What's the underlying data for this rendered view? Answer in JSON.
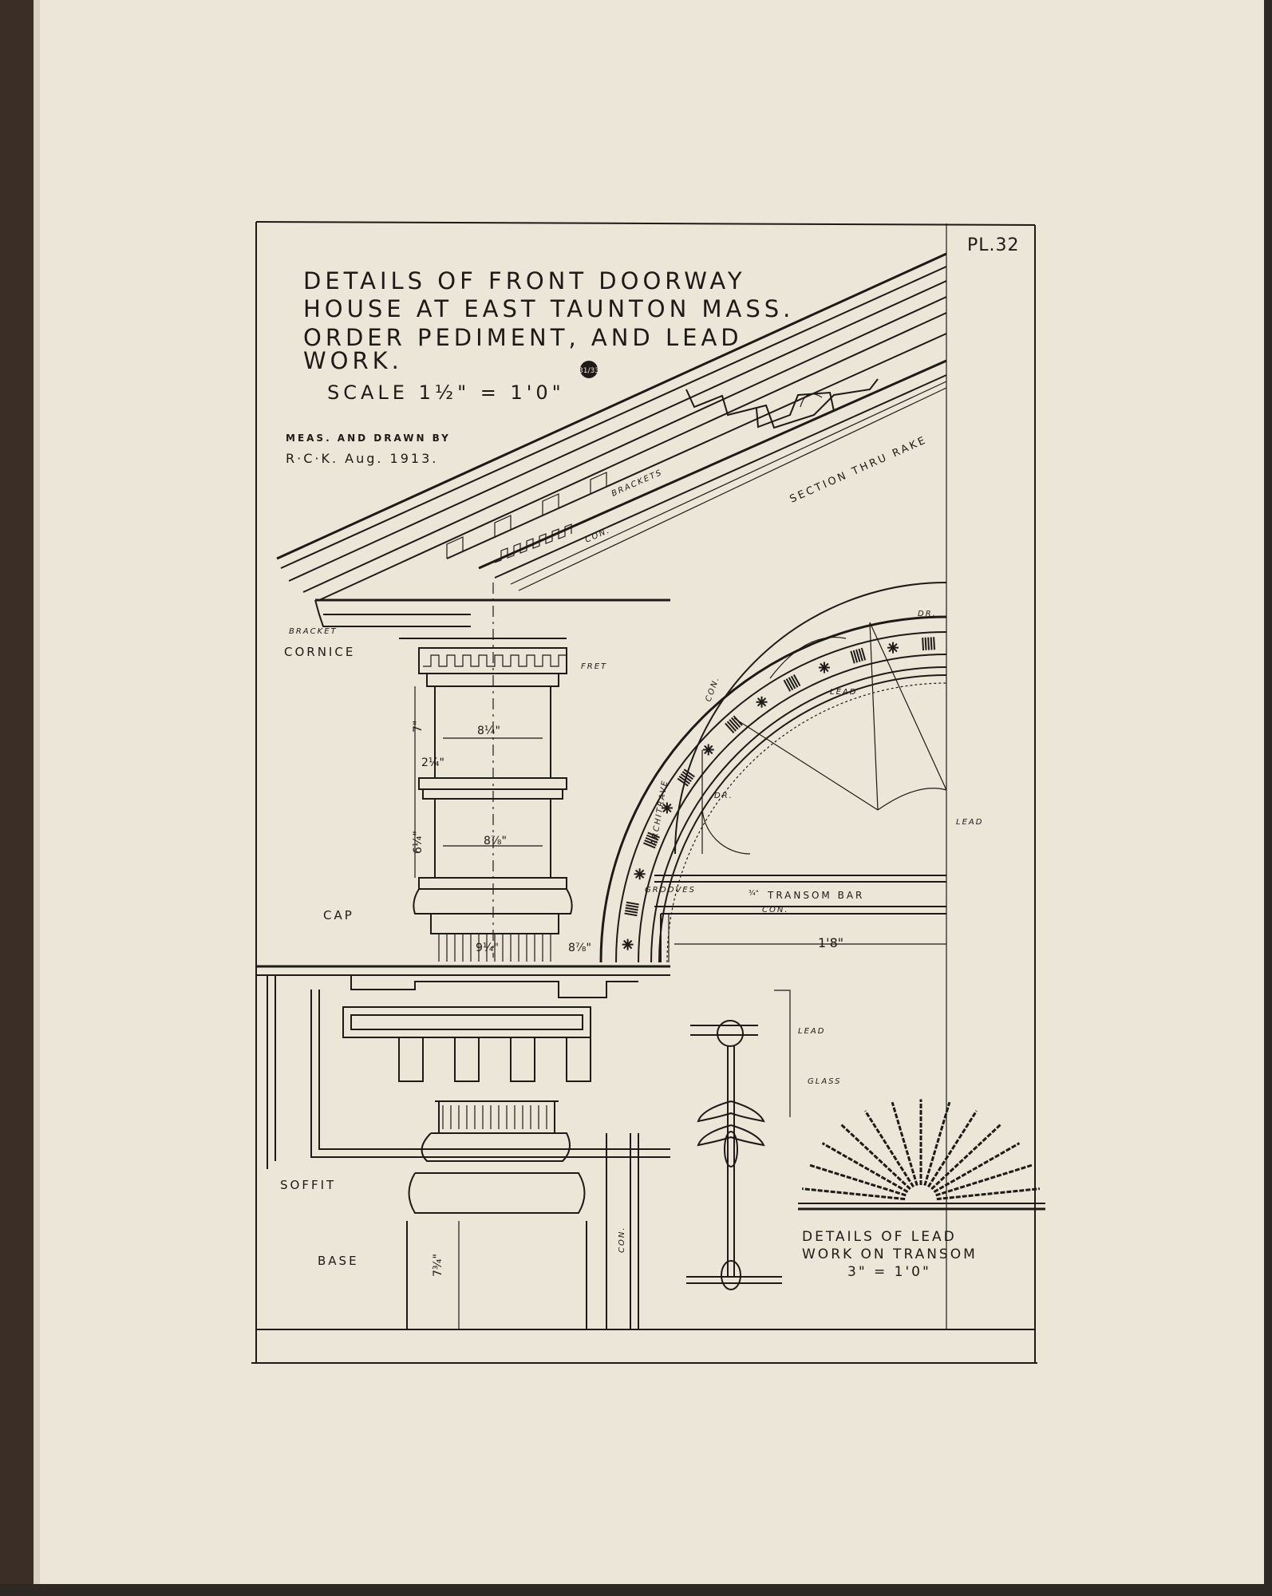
{
  "plate": "PL.32",
  "title_lines": [
    "DETAILS OF FRONT DOORWAY",
    "HOUSE AT EAST TAUNTON MASS.",
    "ORDER PEDIMENT, AND LEAD",
    "WORK."
  ],
  "seal": "31/33",
  "scale": "SCALE  1½\" = 1'0\"",
  "credit_lines": [
    "MEAS. AND DRAWN BY",
    "R·C·K. Aug. 1913."
  ],
  "labels": {
    "cornice": "CORNICE",
    "bracket": "BRACKET",
    "brackets": "BRACKETS",
    "con": "CON.",
    "section_thru_rake": "SECTION THRU RAKE",
    "fret": "FRET",
    "cap": "CAP",
    "soffit": "SOFFIT",
    "base": "BASE",
    "lead": "LEAD",
    "dr": "DR.",
    "architrave": "ARCHITRAVE",
    "grooves": "GROOVES",
    "transom_bar": "TRANSOM BAR",
    "glass": "GLASS"
  },
  "dimensions": {
    "d1": "7\"",
    "d2": "2¼\"",
    "d3": "8¼\"",
    "d4": "6¼\"",
    "d5": "8⅞\"",
    "d6": "9¼\"",
    "d7": "8⅞\"",
    "d8": "1'8\"",
    "d9": "7¾\"",
    "d10": "¾\""
  },
  "lead_detail_lines": [
    "DETAILS OF LEAD",
    "WORK ON TRANSOM",
    "3\" = 1'0\""
  ]
}
